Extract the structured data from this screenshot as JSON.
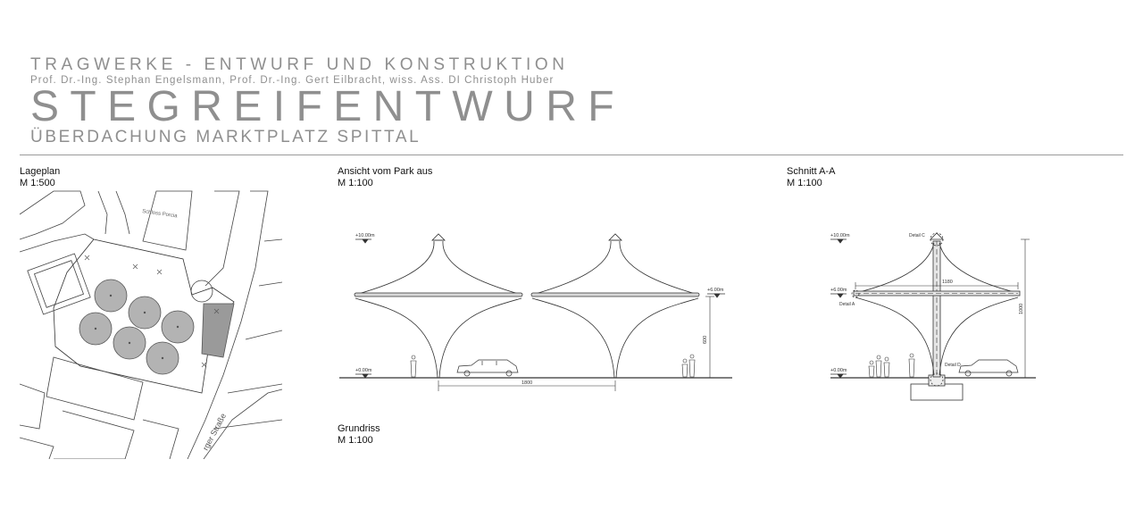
{
  "header": {
    "course": "TRAGWERKE - ENTWURF UND KONSTRUKTION",
    "professors": "Prof. Dr.-Ing. Stephan Engelsmann, Prof. Dr.-Ing. Gert Eilbracht, wiss. Ass. DI Christoph Huber",
    "title": "STEGREIFENTWURF",
    "subtitle": "ÜBERDACHUNG MARKTPLATZ SPITTAL"
  },
  "panels": {
    "site_plan": {
      "title": "Lageplan",
      "scale": "M 1:500",
      "map_labels": [
        "Schloss Porcia",
        "rger Straße"
      ]
    },
    "elevation": {
      "title": "Ansicht vom Park aus",
      "scale": "M 1:100",
      "levels": [
        "+10.00m",
        "+6.00m",
        "+0.00m"
      ],
      "dims": {
        "height": "600",
        "span": "1800"
      }
    },
    "section": {
      "title": "Schnitt A-A",
      "scale": "M 1:100",
      "levels": [
        "+10.00m",
        "+6.00m",
        "+0.00m"
      ],
      "details": [
        "Detail C",
        "Detail A",
        "Detail D"
      ],
      "dims": {
        "width": "1180",
        "height": "1000"
      }
    },
    "floor_plan": {
      "title": "Grundriss",
      "scale": "M 1:100"
    }
  },
  "colors": {
    "header_gray": "#8f8f8f",
    "canopy_fill": "#b3b3b3",
    "line": "#333333"
  }
}
